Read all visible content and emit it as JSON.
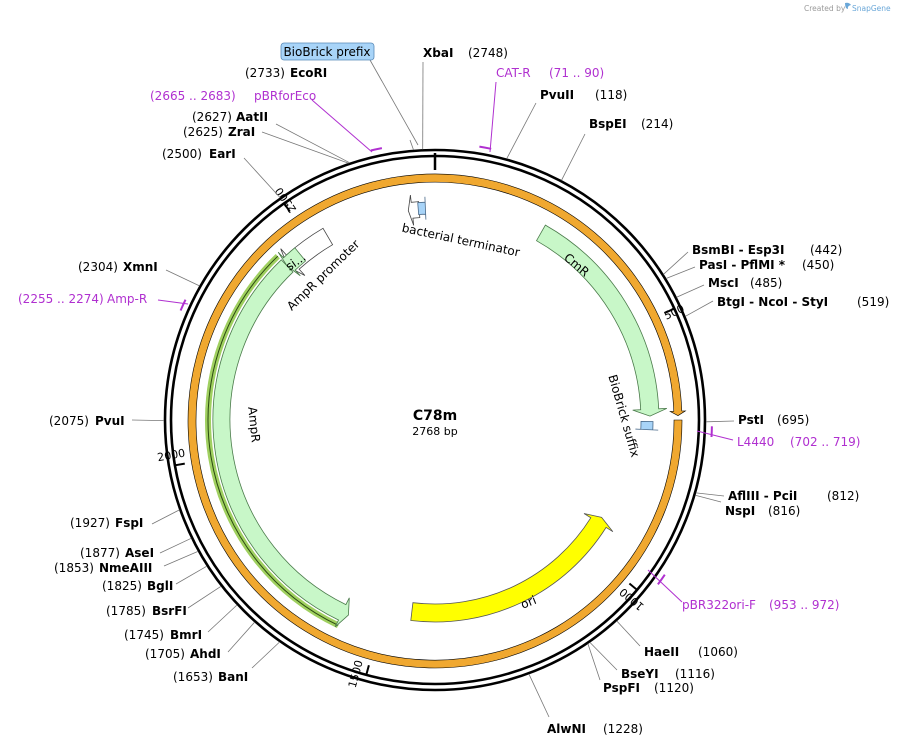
{
  "credit": {
    "prefix": "Created by",
    "brand": "SnapGene"
  },
  "plasmid": {
    "name": "C78m",
    "length_text": "2768 bp",
    "length": 2768
  },
  "colors": {
    "backbone": "#000000",
    "primer": "#b030d0",
    "cmr_fill": "#c8f7c8",
    "cmr_highlight": "#f0a830",
    "ampr_highlight": "#a0d060",
    "ori_fill": "#ffff00",
    "bio_box": "#a8d4f8",
    "promoter_fill": "#ffffff"
  },
  "ticks": [
    {
      "pos": 500,
      "label": "500"
    },
    {
      "pos": 1000,
      "label": "1000"
    },
    {
      "pos": 1500,
      "label": "1500"
    },
    {
      "pos": 2000,
      "label": "2000"
    },
    {
      "pos": 2500,
      "label": "2500"
    }
  ],
  "features": [
    {
      "id": "cmr",
      "name": "CmR",
      "start": 227,
      "end": 684,
      "fill": "#c8f7c8",
      "outline": "#f0a830"
    },
    {
      "id": "ampr",
      "name": "AmpR",
      "start": 1568,
      "end": 2431,
      "fill": "#c8f7c8",
      "outline": "#a0d060"
    },
    {
      "id": "ori",
      "name": "ori",
      "start": 925,
      "end": 1437,
      "fill": "#ffff00",
      "outline": null
    },
    {
      "id": "ampr-promoter",
      "name": "AmpR promoter",
      "start": 2535,
      "end": 2431,
      "fill": "#ffffff",
      "outline": null
    },
    {
      "id": "signal",
      "name": "si...",
      "start": 2467,
      "end": 2431,
      "fill": "#c8f7c8",
      "outline": null
    },
    {
      "id": "bacterial-terminator",
      "name": "bacterial terminator",
      "start": 2735,
      "end": 2712,
      "fill": "#ffffff",
      "outline": null
    },
    {
      "id": "biobrick-suffix",
      "name": "BioBrick suffix",
      "start": 695,
      "end": 712,
      "fill": "#a8d4f8",
      "outline": null
    },
    {
      "id": "biobrick-prefix",
      "name": "BioBrick prefix",
      "start": 2733,
      "end": 2748,
      "fill": "#a8d4f8",
      "outline": null
    }
  ],
  "sites": [
    {
      "name": "XbaI",
      "pos_text": "(2748)",
      "pos": 2748
    },
    {
      "name": "EcoRI",
      "pos_text": "(2733)",
      "pos": 2733
    },
    {
      "name": "AatII",
      "pos_text": "(2627)",
      "pos": 2627
    },
    {
      "name": "ZraI",
      "pos_text": "(2625)",
      "pos": 2625
    },
    {
      "name": "EarI",
      "pos_text": "(2500)",
      "pos": 2500
    },
    {
      "name": "PvuII",
      "pos_text": "(118)",
      "pos": 118
    },
    {
      "name": "BspEI",
      "pos_text": "(214)",
      "pos": 214
    },
    {
      "name": "BsmBI - Esp3I",
      "pos_text": "(442)",
      "pos": 442
    },
    {
      "name": "PasI - PflMI *",
      "pos_text": "(450)",
      "pos": 450
    },
    {
      "name": "MscI",
      "pos_text": "(485)",
      "pos": 485
    },
    {
      "name": "BtgI - NcoI - StyI",
      "pos_text": "(519)",
      "pos": 519
    },
    {
      "name": "PstI",
      "pos_text": "(695)",
      "pos": 695
    },
    {
      "name": "AflIII - PciI",
      "pos_text": "(812)",
      "pos": 812
    },
    {
      "name": "NspI",
      "pos_text": "(816)",
      "pos": 816
    },
    {
      "name": "HaeII",
      "pos_text": "(1060)",
      "pos": 1060
    },
    {
      "name": "BseYI",
      "pos_text": "(1116)",
      "pos": 1116
    },
    {
      "name": "PspFI",
      "pos_text": "(1120)",
      "pos": 1120
    },
    {
      "name": "AlwNI",
      "pos_text": "(1228)",
      "pos": 1228
    },
    {
      "name": "BanI",
      "pos_text": "(1653)",
      "pos": 1653
    },
    {
      "name": "AhdI",
      "pos_text": "(1705)",
      "pos": 1705
    },
    {
      "name": "BmrI",
      "pos_text": "(1745)",
      "pos": 1745
    },
    {
      "name": "BsrFI",
      "pos_text": "(1785)",
      "pos": 1785
    },
    {
      "name": "BglI",
      "pos_text": "(1825)",
      "pos": 1825
    },
    {
      "name": "NmeAIII",
      "pos_text": "(1853)",
      "pos": 1853
    },
    {
      "name": "AseI",
      "pos_text": "(1877)",
      "pos": 1877
    },
    {
      "name": "FspI",
      "pos_text": "(1927)",
      "pos": 1927
    },
    {
      "name": "PvuI",
      "pos_text": "(2075)",
      "pos": 2075
    },
    {
      "name": "XmnI",
      "pos_text": "(2304)",
      "pos": 2304
    }
  ],
  "primers": [
    {
      "name": "CAT-R",
      "range_text": "(71 .. 90)",
      "start": 71,
      "end": 90
    },
    {
      "name": "pBRforEco",
      "range_text": "(2665 .. 2683)",
      "start": 2665,
      "end": 2683
    },
    {
      "name": "Amp-R",
      "range_text": "(2255 .. 2274)",
      "start": 2255,
      "end": 2274
    },
    {
      "name": "L4440",
      "range_text": "(702 .. 719)",
      "start": 702,
      "end": 719
    },
    {
      "name": "pBR322ori-F",
      "range_text": "(953 .. 972)",
      "start": 953,
      "end": 972
    }
  ]
}
